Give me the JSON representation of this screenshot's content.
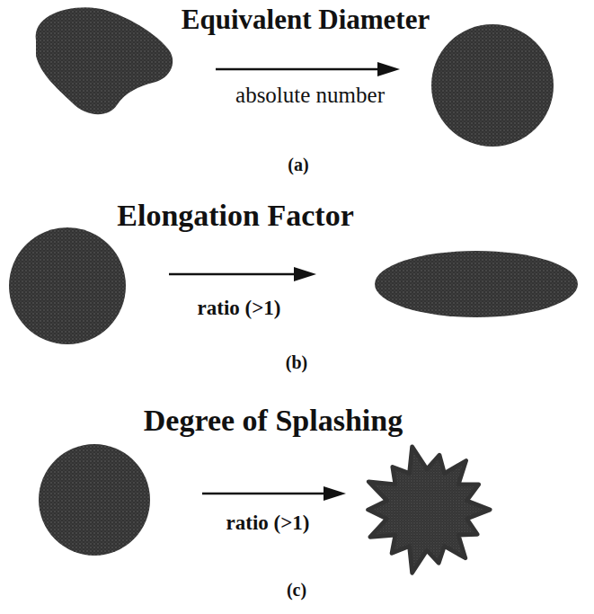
{
  "diagram": {
    "labels": [
      "Equivalent Diameter",
      "absolute number",
      "(a)",
      "Elongation Factor",
      "ratio (>1)",
      "(b)",
      "Degree of Splashing",
      "ratio (>1)",
      "(c)"
    ]
  }
}
